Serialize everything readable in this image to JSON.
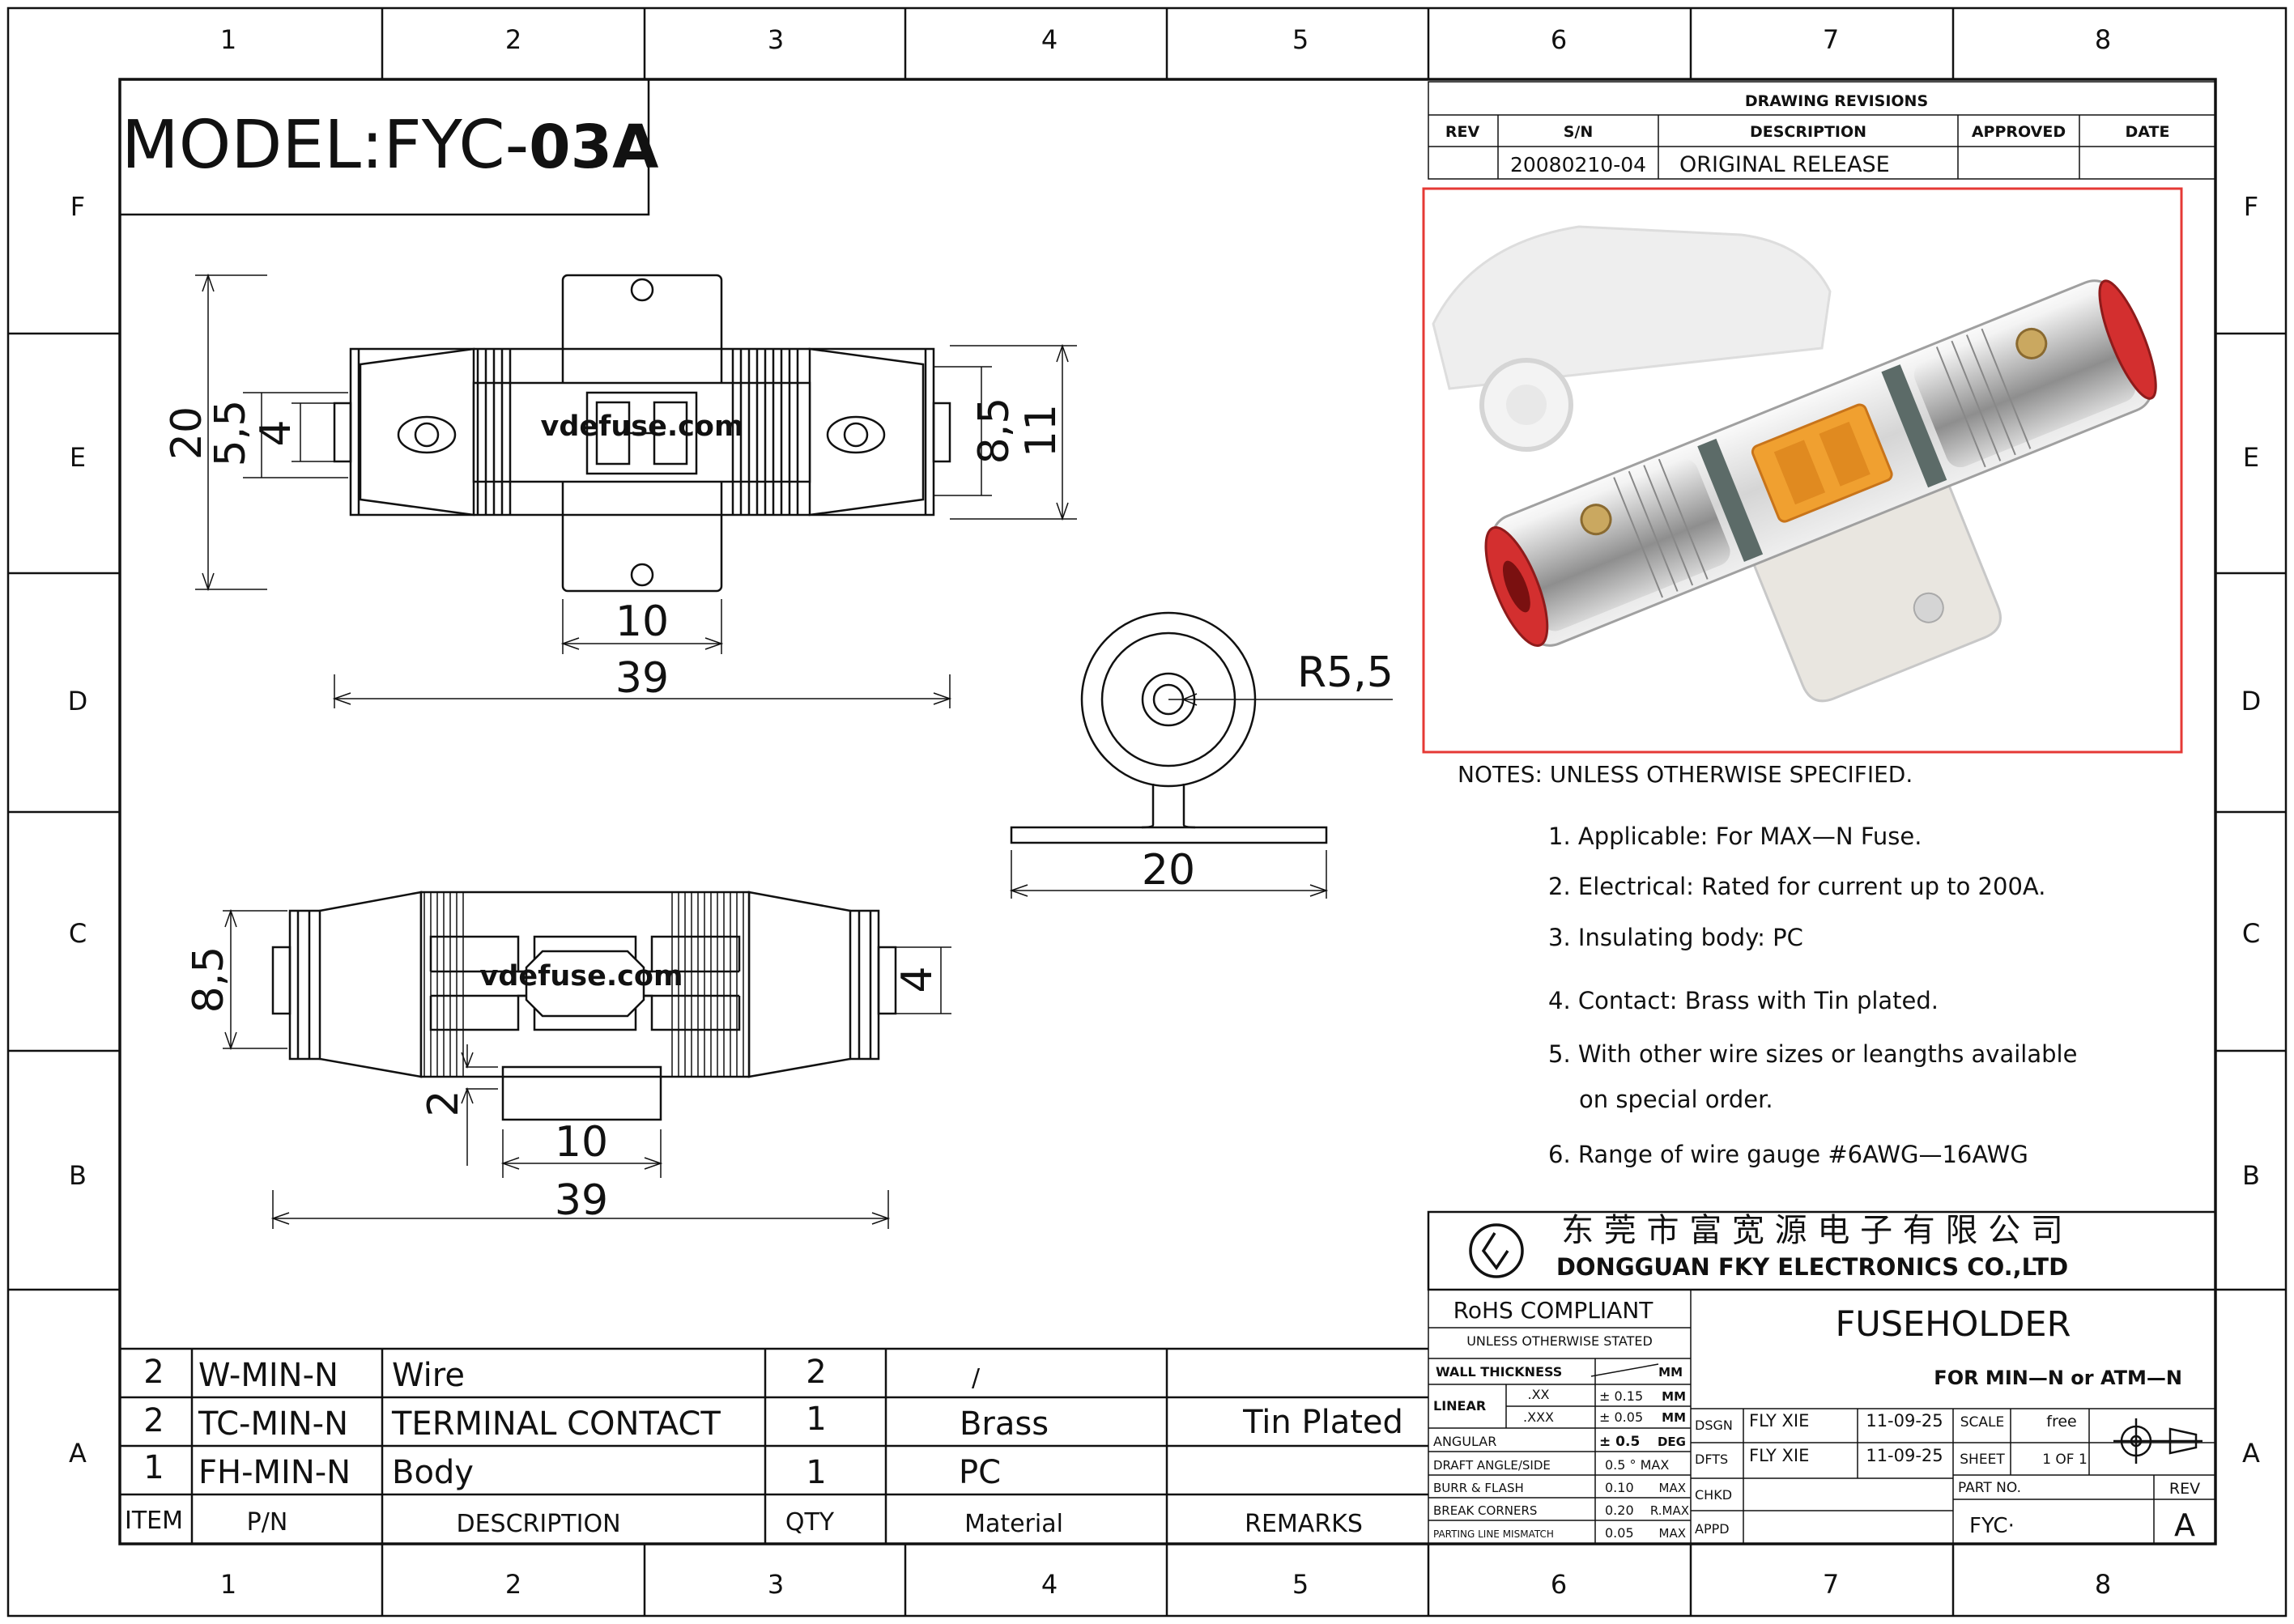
{
  "model": {
    "prefix": "MODEL:FYC-",
    "suffix": "03A"
  },
  "zone_columns": [
    "1",
    "2",
    "3",
    "4",
    "5",
    "6",
    "7",
    "8"
  ],
  "zone_rows": [
    "F",
    "E",
    "D",
    "C",
    "B",
    "A"
  ],
  "revisions": {
    "title": "DRAWING  REVISIONS",
    "headers": {
      "rev": "REV",
      "sn": "S/N",
      "description": "DESCRIPTION",
      "approved": "APPROVED",
      "date": "DATE"
    },
    "row": {
      "rev": "",
      "sn": "20080210-04",
      "description": "ORIGINAL RELEASE",
      "approved": "",
      "date": ""
    }
  },
  "watermark": "vdefuse.com",
  "dimensions": {
    "top_20": "20",
    "top_5_5": "5,5",
    "top_4": "4",
    "top_8_5": "8,5",
    "top_11": "11",
    "top_10": "10",
    "top_39": "39",
    "side_r55": "R5,5",
    "side_20": "20",
    "bottom_8_5": "8,5",
    "bottom_4": "4",
    "bottom_2": "2",
    "bottom_10": "10",
    "bottom_39": "39"
  },
  "notes": {
    "heading": "NOTES:  UNLESS  OTHERWISE  SPECIFIED.",
    "items": [
      "1.  Applicable: For MAX—N  Fuse.",
      "2. Electrical: Rated for current up to 200A.",
      "3. Insulating body: PC",
      "4. Contact: Brass with Tin plated.",
      "5. With other wire sizes or leangths available",
      "on special order.",
      "6. Range of wire gauge #6AWG—16AWG"
    ]
  },
  "company": {
    "chinese": "东 莞 市 富 宽 源 电 子 有 限 公 司",
    "english": "DONGGUAN FKY ELECTRONICS CO.,LTD"
  },
  "title_block": {
    "rohs": "RoHS COMPLIANT",
    "unless": "UNLESS OTHERWISE STATED",
    "wall_thickness": "WALL THICKNESS",
    "mm": "MM",
    "linear": "LINEAR",
    "xx": ".XX",
    "xxx": ".XXX",
    "tol_xx": "± 0.15",
    "tol_xxx": "± 0.05",
    "angular": "ANGULAR",
    "tol_ang": "± 0.5",
    "deg": "DEG",
    "draft": "DRAFT ANGLE/SIDE",
    "draft_val": "0.5  ° MAX",
    "burr": "BURR & FLASH",
    "burr_val": "0.10",
    "max": "MAX",
    "break": "BREAK   CORNERS",
    "break_val": "0.20",
    "rmax": "R.MAX",
    "parting": "PARTING LINE MISMATCH",
    "parting_val": "0.05",
    "title": "FUSEHOLDER",
    "subtitle": "FOR  MIN—N  or  ATM—N",
    "dsgn": "DSGN",
    "dfts": "DFTS",
    "chkd": "CHKD",
    "appd": "APPD",
    "dsgn_name": "FLY XIE",
    "dfts_name": "FLY XIE",
    "dsgn_date": "11-09-25",
    "dfts_date": "11-09-25",
    "scale_label": "SCALE",
    "scale_val": "free",
    "sheet_label": "SHEET",
    "sheet_val": "1   OF  1",
    "part_no_label": "PART NO.",
    "part_no": "FYC·",
    "rev_label": "REV",
    "rev": "A"
  },
  "bom": {
    "headers": {
      "item": "ITEM",
      "pn": "P/N",
      "description": "DESCRIPTION",
      "qty": "QTY",
      "material": "Material",
      "remarks": "REMARKS"
    },
    "rows": [
      {
        "item": "2",
        "pn": "W-MIN-N",
        "description": "Wire",
        "qty": "2",
        "material": "/",
        "remarks": ""
      },
      {
        "item": "2",
        "pn": "TC-MIN-N",
        "description": "TERMINAL CONTACT",
        "qty": "1",
        "material": "Brass",
        "remarks": "Tin Plated"
      },
      {
        "item": "1",
        "pn": "FH-MIN-N",
        "description": "Body",
        "qty": "1",
        "material": "PC",
        "remarks": ""
      }
    ]
  },
  "colors": {
    "line": "#111111",
    "photo_frame": "#e53935",
    "contact_red": "#d32f2f",
    "fuse_orange": "#f0a030"
  }
}
